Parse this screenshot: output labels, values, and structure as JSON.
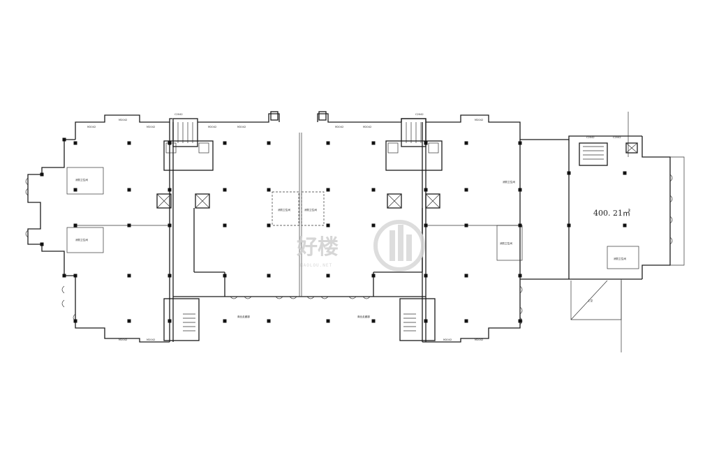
{
  "plan": {
    "area_label": "400. 21㎡",
    "watermark": {
      "logo_text": "好楼",
      "site_text": "HAOLOU.NET"
    },
    "room_labels": {
      "hall_fire_left": "消防卫生间",
      "hall_fire_left2": "消防卫生间",
      "mid_fire_a": "消防卫生间",
      "mid_fire_b": "消防卫生间",
      "right_fire": "消防卫生间",
      "right_fire2": "消防卫生间",
      "annex_fire": "消防卫生间",
      "corridor_a": "商业走廊部",
      "corridor_b": "商业走廊部",
      "annex_top": "上空"
    },
    "door_tags": [
      "M2042",
      "M2042",
      "M2042",
      "M2042",
      "M2042",
      "M2042",
      "M2042",
      "M2042",
      "C2042",
      "C2042",
      "C2042",
      "C2042",
      "M2042",
      "M2042",
      "M2042",
      "M2042"
    ]
  }
}
